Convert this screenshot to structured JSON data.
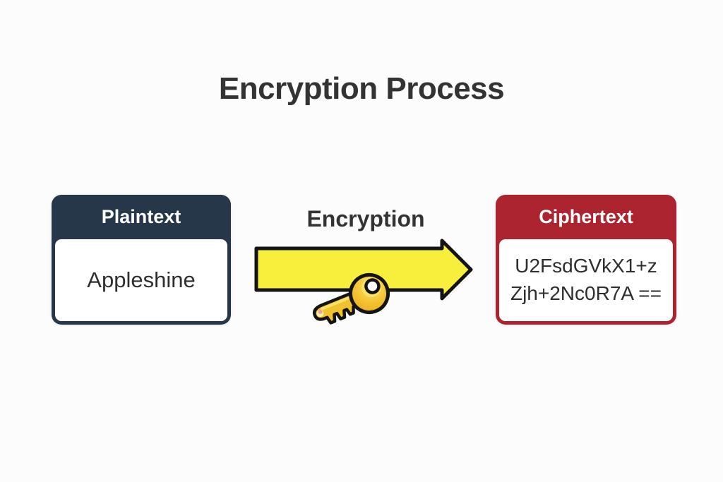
{
  "title": "Encryption Process",
  "process_label": "Encryption",
  "plaintext_box": {
    "header": "Plaintext",
    "value": "Appleshine"
  },
  "ciphertext_box": {
    "header": "Ciphertext",
    "value_line1": "U2FsdGVkX1+z",
    "value_line2": "Zjh+2Nc0R7A =="
  },
  "icons": {
    "flow_arrow": "right-arrow-icon",
    "encryption_key": "key-icon"
  },
  "colors": {
    "background": "#fcfcfc",
    "title_text": "#333333",
    "plaintext_header_bg": "#253748",
    "ciphertext_header_bg": "#ac2430",
    "box_body_bg": "#ffffff",
    "body_text": "#2e2e2e",
    "arrow_fill": "#f8ee3c",
    "arrow_outline": "#141414",
    "key_gold": "#f2c12e",
    "key_gold_light": "#fbe36b",
    "key_outline": "#141414"
  }
}
